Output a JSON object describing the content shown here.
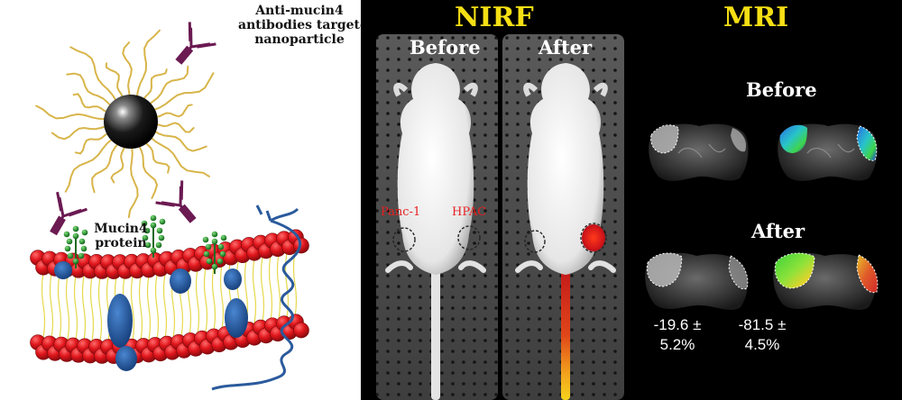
{
  "left": {
    "nanoparticle_label": [
      "Anti-mucin4",
      "antibodies targeted",
      "nanoparticle"
    ],
    "protein_label": [
      "Mucin4",
      "protein"
    ]
  },
  "nirf": {
    "title": "NIRF",
    "before": "Before",
    "after": "After",
    "tumor_labels": [
      "Panc-1",
      "HPAC"
    ]
  },
  "mri": {
    "title": "MRI",
    "before": "Before",
    "after": "After",
    "stats": [
      {
        "line1": "-19.6 ±",
        "line2": "5.2%"
      },
      {
        "line1": "-81.5 ±",
        "line2": "4.5%"
      }
    ]
  },
  "colors": {
    "title": "#f5df14",
    "membrane_head": "#d8121a",
    "tail": "#e6d84a",
    "mucin_strand": "#c9a63a",
    "antibody": "#6b1a52",
    "glyco": "#1f8a2a",
    "protein_blue": "#1a4e92",
    "tumor_label": "#e81e1e"
  }
}
